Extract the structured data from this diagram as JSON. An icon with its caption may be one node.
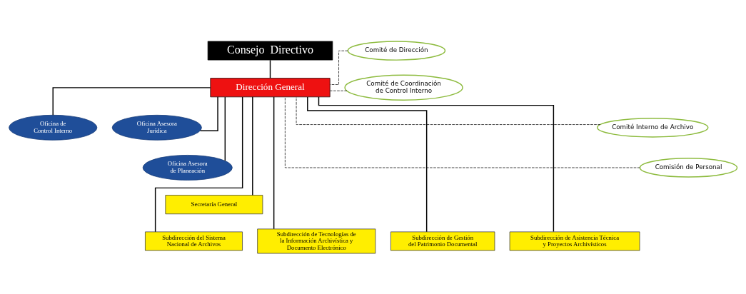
{
  "diagram": {
    "nodes": [
      {
        "text": [
          "Consejo  Directivo"
        ]
      },
      {
        "text": [
          "Dirección General"
        ]
      },
      {
        "text": [
          "Oficina de Control Interno"
        ]
      },
      {
        "text": [
          "Oficina Asesora Jurídica"
        ]
      },
      {
        "text": [
          "Oficina Asesora de Planeación"
        ]
      },
      {
        "text": [
          "Secretaría General"
        ]
      },
      {
        "text": [
          "Subdirección del Sistema Nacional de Archivos"
        ]
      },
      {
        "text": [
          "Subdirección de Tecnologías de la Información Archivística y Documento Electrónico"
        ]
      },
      {
        "text": [
          "Subdirección de Gestión del Patrimonio Documental"
        ]
      },
      {
        "text": [
          "Subdirección de Asistencia Técnica y Proyectos Archivísticos"
        ]
      },
      {
        "text": [
          "Comité de Dirección"
        ]
      },
      {
        "text": [
          "Comité de Coordinación de Control Interno"
        ]
      },
      {
        "text": [
          "Comité Interno de Archivo"
        ]
      },
      {
        "text": [
          "Comisión de Personal"
        ]
      }
    ],
    "edges": [
      {
        "from": 0,
        "to": 1,
        "arrow": "none"
      },
      {
        "from": 1,
        "to": 2,
        "arrow": "none"
      },
      {
        "from": 1,
        "to": 3,
        "arrow": "none"
      },
      {
        "from": 1,
        "to": 4,
        "arrow": "none"
      },
      {
        "from": 1,
        "to": 5,
        "arrow": "none"
      },
      {
        "from": 1,
        "to": 6,
        "arrow": "none"
      },
      {
        "from": 1,
        "to": 7,
        "arrow": "none"
      },
      {
        "from": 1,
        "to": 8,
        "arrow": "none"
      },
      {
        "from": 1,
        "to": 9,
        "arrow": "none"
      },
      {
        "from": 10,
        "to": 1,
        "arrow": "none",
        "style": "dashed"
      },
      {
        "from": 11,
        "to": 1,
        "arrow": "none",
        "style": "dashed"
      },
      {
        "from": 12,
        "to": 1,
        "arrow": "none",
        "style": "dashed"
      },
      {
        "from": 13,
        "to": 1,
        "arrow": "none",
        "style": "dashed"
      }
    ]
  }
}
